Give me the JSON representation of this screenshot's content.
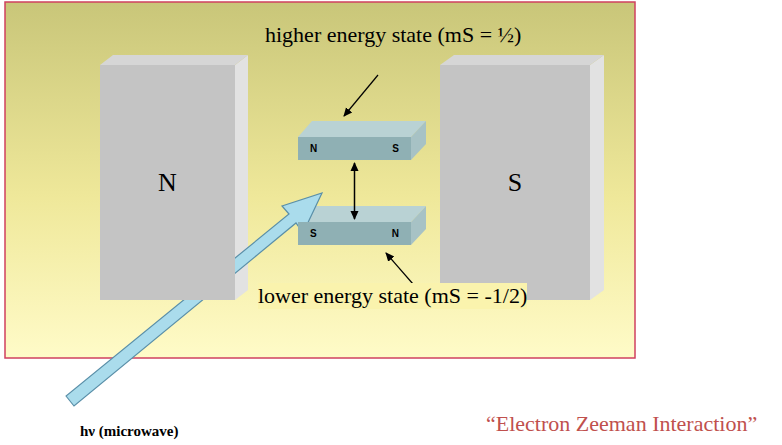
{
  "diagram": {
    "caption": "“Electron Zeeman Interaction”",
    "nodes": [
      {
        "text": [
          "N"
        ]
      },
      {
        "text": [
          "S"
        ]
      },
      {
        "text": [
          "N",
          "S"
        ]
      },
      {
        "text": [
          "S",
          "N"
        ]
      }
    ],
    "edges": [
      {
        "from": 2,
        "to": 3,
        "arrow": "both"
      }
    ],
    "labels": [
      "higher energy state (mS = ½)",
      "lower energy state (mS = -1/2)",
      "hν (microwave)"
    ]
  }
}
